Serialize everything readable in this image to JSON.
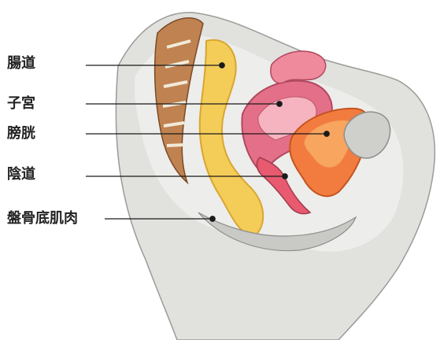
{
  "labels": {
    "intestine": "腸道",
    "uterus": "子宮",
    "bladder": "膀胱",
    "vagina": "陰道",
    "pelvic_floor": "盤骨底肌肉"
  },
  "colors": {
    "leader_line": "#1a1a1a",
    "skin": "#d9d9d6",
    "intestine": "#f3cd5a",
    "uterus": "#e56d86",
    "bladder": "#f07a3d",
    "spine": "#b36f3f"
  }
}
